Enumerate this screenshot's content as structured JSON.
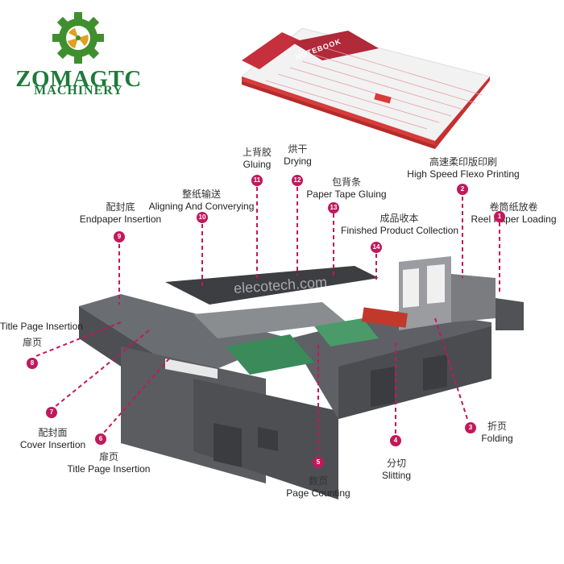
{
  "brand": {
    "name": "ZOMAGTC",
    "subtitle": "MACHINERY"
  },
  "product": {
    "cover_text": "NOTEBOOK"
  },
  "watermark": "elecotech.com",
  "callouts": [
    {
      "num": "1",
      "cn": "卷筒纸放卷",
      "en": "Reel Paper Loading"
    },
    {
      "num": "2",
      "cn": "高速柔印版印刷",
      "en": "High Speed Flexo Printing"
    },
    {
      "num": "3",
      "cn": "折页",
      "en": "Folding"
    },
    {
      "num": "4",
      "cn": "分切",
      "en": "Slitting"
    },
    {
      "num": "5",
      "cn": "数页",
      "en": "Page Counting"
    },
    {
      "num": "6",
      "cn": "扉页",
      "en": "Title Page Insertion"
    },
    {
      "num": "7",
      "cn": "配封面",
      "en": "Cover Insertion"
    },
    {
      "num": "8",
      "cn": "扉页",
      "en": "Title Page Insertion"
    },
    {
      "num": "9",
      "cn": "配封底",
      "en": "Endpaper Insertion"
    },
    {
      "num": "10",
      "cn": "整纸输送",
      "en": "Aligning And Converying"
    },
    {
      "num": "11",
      "cn": "上背胶",
      "en": "Gluing"
    },
    {
      "num": "12",
      "cn": "烘干",
      "en": "Drying"
    },
    {
      "num": "13",
      "cn": "包背条",
      "en": "Paper Tape Gluing"
    },
    {
      "num": "14",
      "cn": "成品收本",
      "en": "Finished Product Collection"
    }
  ],
  "colors": {
    "brand_green": "#1e7a3a",
    "gear_green": "#3f8f2f",
    "accent_magenta": "#c2185b",
    "machine_gray": "#4d4f52"
  }
}
